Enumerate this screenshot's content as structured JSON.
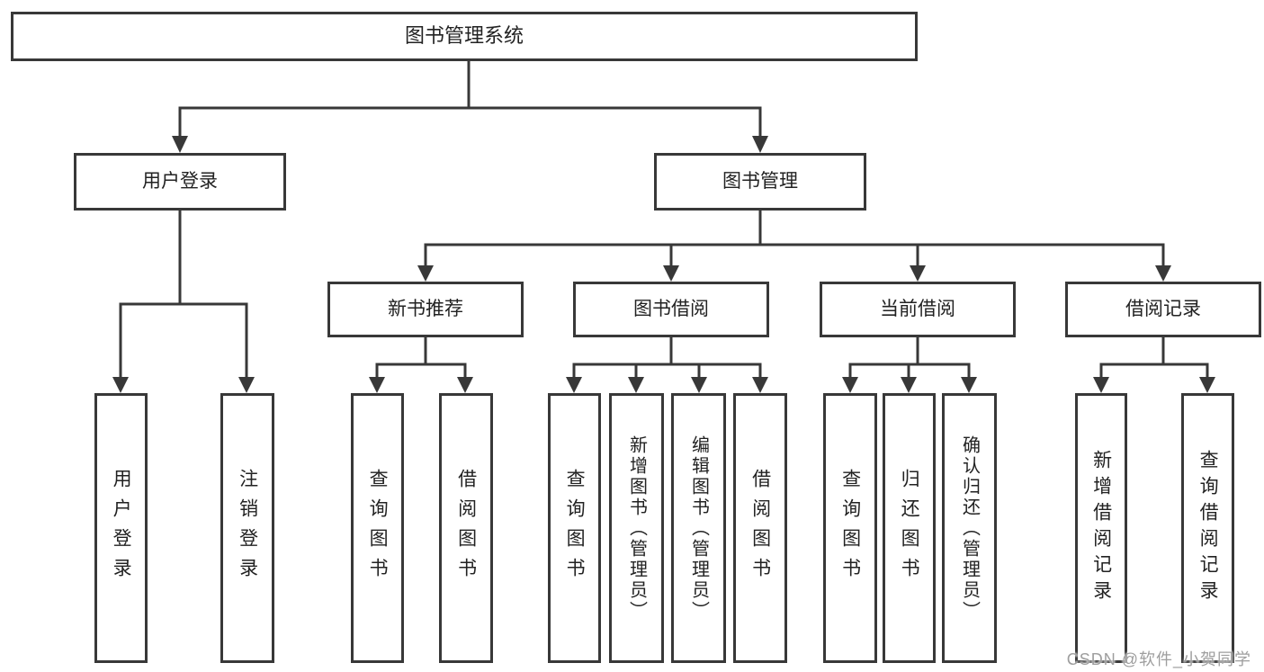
{
  "colors": {
    "line": "#383838",
    "text": "#222222",
    "watermark": "#9e9e9e",
    "background": "#ffffff"
  },
  "watermark": {
    "text": "CSDN @软件_小贺同学"
  },
  "tree": {
    "root": {
      "label": "图书管理系统"
    },
    "children": [
      {
        "label": "用户登录",
        "children": [
          {
            "label": "用户登录"
          },
          {
            "label": "注销登录"
          }
        ]
      },
      {
        "label": "图书管理",
        "children": [
          {
            "label": "新书推荐",
            "children": [
              {
                "label": "查询图书"
              },
              {
                "label": "借阅图书"
              }
            ]
          },
          {
            "label": "图书借阅",
            "children": [
              {
                "label": "查询图书"
              },
              {
                "label": "新增图书（管理员）"
              },
              {
                "label": "编辑图书（管理员）"
              },
              {
                "label": "借阅图书"
              }
            ]
          },
          {
            "label": "当前借阅",
            "children": [
              {
                "label": "查询图书"
              },
              {
                "label": "归还图书"
              },
              {
                "label": "确认归还（管理员）"
              }
            ]
          },
          {
            "label": "借阅记录",
            "children": [
              {
                "label": "新增借阅记录"
              },
              {
                "label": "查询借阅记录"
              }
            ]
          }
        ]
      }
    ]
  }
}
